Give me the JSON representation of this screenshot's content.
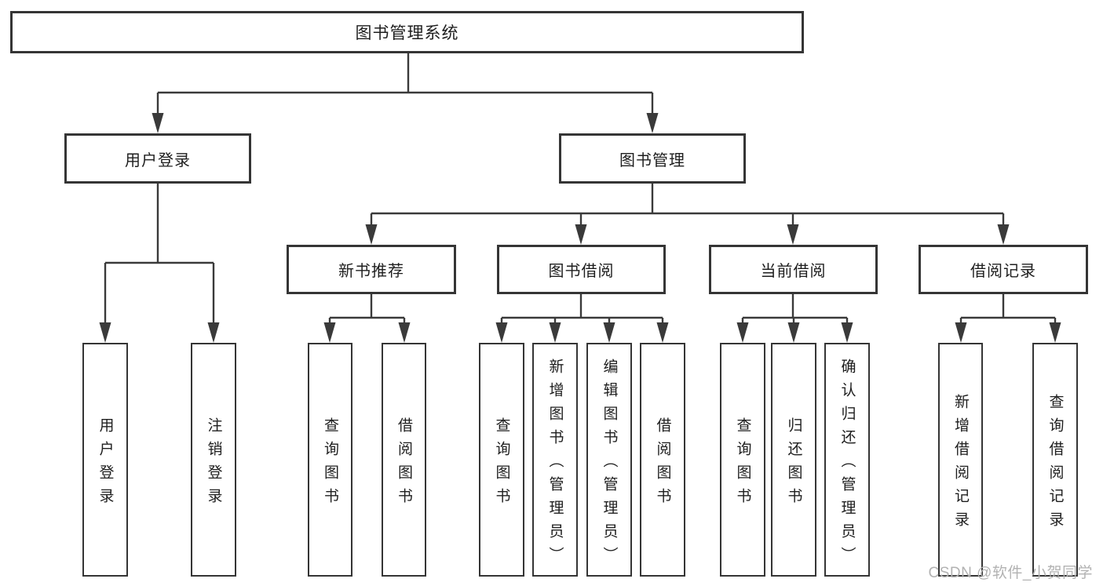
{
  "diagram": {
    "root": {
      "label": "图书管理系统"
    },
    "level2": [
      {
        "label": "用户登录"
      },
      {
        "label": "图书管理"
      }
    ],
    "level3": [
      {
        "label": "新书推荐",
        "parent": "图书管理"
      },
      {
        "label": "图书借阅",
        "parent": "图书管理"
      },
      {
        "label": "当前借阅",
        "parent": "图书管理"
      },
      {
        "label": "借阅记录",
        "parent": "图书管理"
      }
    ],
    "leaves": [
      {
        "label": "用户登录",
        "parent": "用户登录"
      },
      {
        "label": "注销登录",
        "parent": "用户登录"
      },
      {
        "label": "查询图书",
        "parent": "新书推荐"
      },
      {
        "label": "借阅图书",
        "parent": "新书推荐"
      },
      {
        "label": "查询图书",
        "parent": "图书借阅"
      },
      {
        "label": "新增图书（管理员）",
        "parent": "图书借阅"
      },
      {
        "label": "编辑图书（管理员）",
        "parent": "图书借阅"
      },
      {
        "label": "借阅图书",
        "parent": "图书借阅"
      },
      {
        "label": "查询图书",
        "parent": "当前借阅"
      },
      {
        "label": "归还图书",
        "parent": "当前借阅"
      },
      {
        "label": "确认归还（管理员）",
        "parent": "当前借阅"
      },
      {
        "label": "新增借阅记录",
        "parent": "借阅记录"
      },
      {
        "label": "查询借阅记录",
        "parent": "借阅记录"
      }
    ]
  },
  "watermark": "CSDN @软件_小贺同学",
  "colors": {
    "line": "#3a3a3a",
    "border": "#353535",
    "text": "#1e1e1e",
    "watermark": "#b2b2b2",
    "background": "#ffffff"
  }
}
